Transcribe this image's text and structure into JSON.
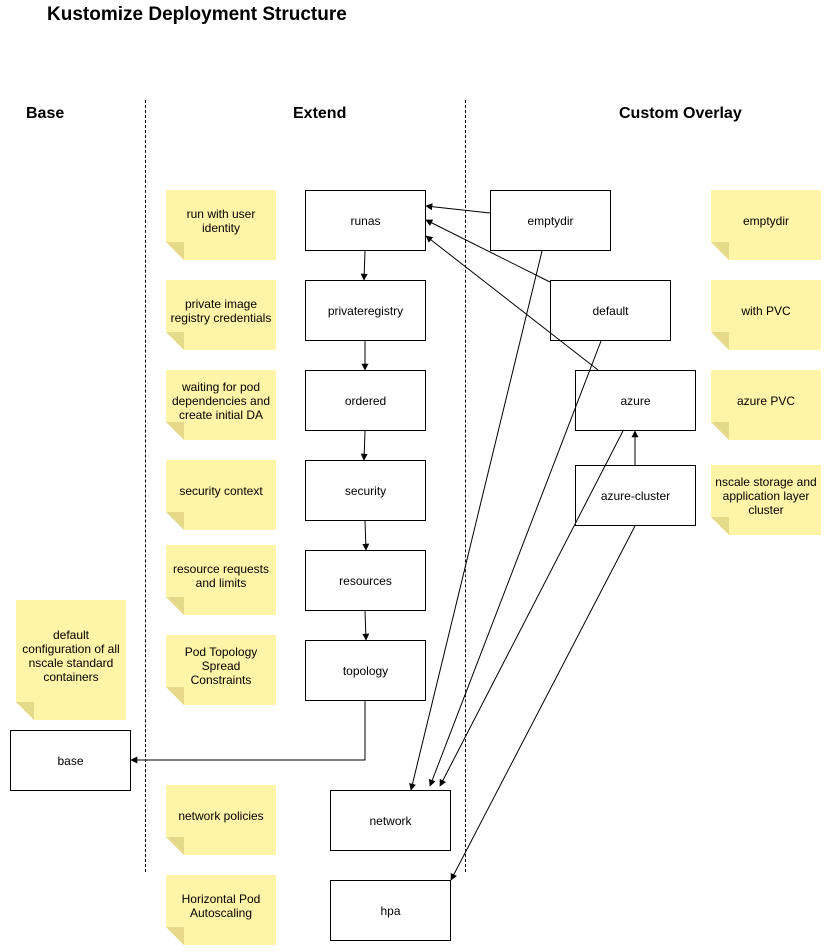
{
  "title": "Kustomize Deployment Structure",
  "columns": {
    "base": "Base",
    "extend": "Extend",
    "overlay": "Custom Overlay"
  },
  "boxes": {
    "runas": "runas",
    "privateregistry": "privateregistry",
    "ordered": "ordered",
    "security": "security",
    "resources": "resources",
    "topology": "topology",
    "base": "base",
    "network": "network",
    "hpa": "hpa",
    "emptydir": "emptydir",
    "default": "default",
    "azure": "azure",
    "azure_cluster": "azure-cluster"
  },
  "notes": {
    "runas": "run with user identity",
    "privateregistry": "private image registry credentials",
    "ordered": "waiting for pod dependencies and create initial DA",
    "security": "security context",
    "resources": "resource requests and limits",
    "topology": "Pod Topology Spread Constraints",
    "base": "default configuration of all nscale standard containers",
    "network": "network policies",
    "hpa": "Horizontal Pod Autoscaling",
    "emptydir": "emptydir",
    "default": "with PVC",
    "azure": "azure PVC",
    "azure_cluster": "nscale storage and application layer cluster"
  },
  "colors": {
    "note_fill": "#fff4a8",
    "note_fold": "#e6d98a",
    "line": "#000000"
  }
}
